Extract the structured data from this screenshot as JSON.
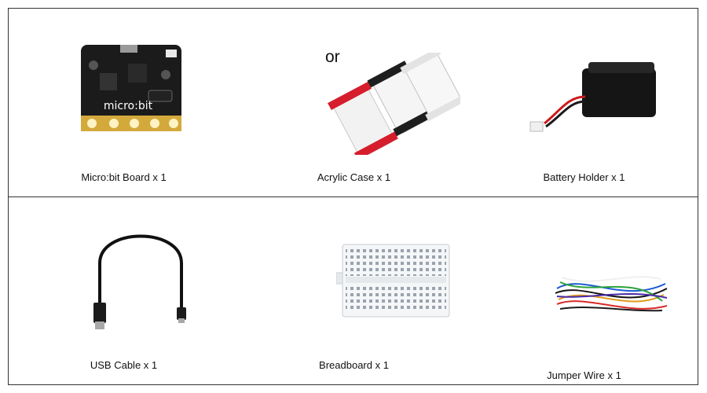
{
  "items": [
    {
      "label": "Micro:bit Board x 1"
    },
    {
      "label": "Acrylic Case x 1",
      "or_text": "or"
    },
    {
      "label": "Battery Holder x 1"
    },
    {
      "label": "USB Cable x 1"
    },
    {
      "label": "Breadboard x 1"
    },
    {
      "label": "Jumper Wire x 1"
    }
  ],
  "icons": [
    "microbit-board-icon",
    "acrylic-case-icon",
    "battery-holder-icon",
    "usb-cable-icon",
    "breadboard-icon",
    "jumper-wire-icon"
  ]
}
